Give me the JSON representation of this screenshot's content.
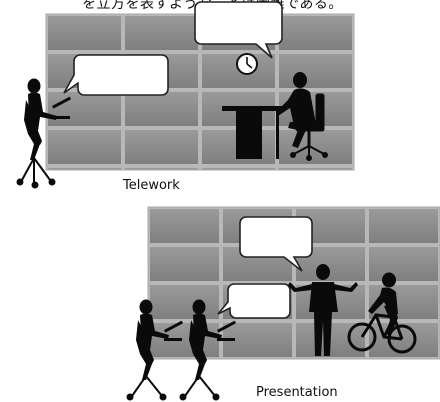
{
  "header": {
    "text": "を立方を表すようなことは困難である。"
  },
  "figures": {
    "telework": {
      "caption": "Telework"
    },
    "presentation": {
      "caption": "Presentation"
    }
  },
  "colors": {
    "wall_tile": "#8e8e8e",
    "tile_gap": "#b5b5b5",
    "silhouette": "#0a0a0a",
    "bubble_fill": "#ffffff",
    "bubble_stroke": "#222222"
  },
  "icons": [
    "clock-icon",
    "laptop-icon",
    "bicycle-icon",
    "desk-icon",
    "office-chair-icon",
    "stool-icon"
  ]
}
